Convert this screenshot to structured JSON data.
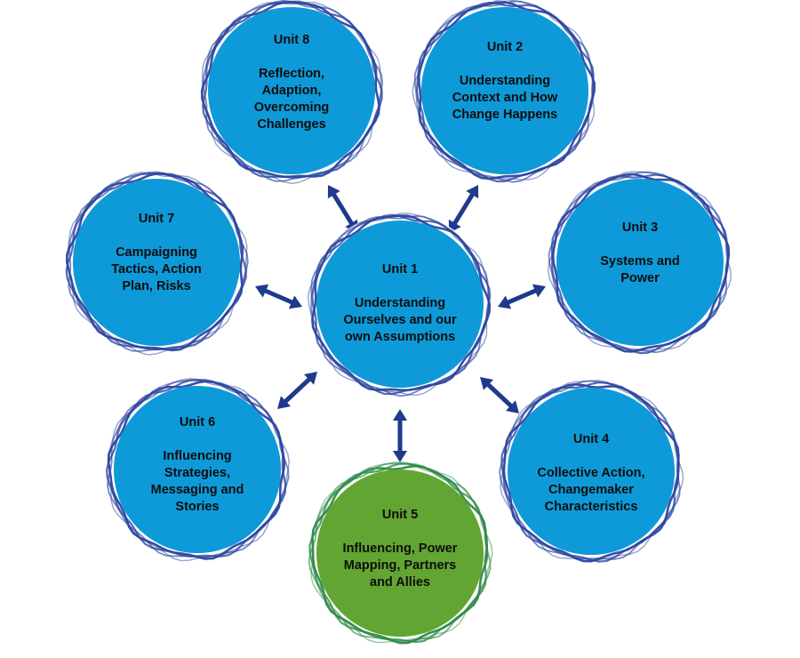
{
  "colors": {
    "circle_blue": "#0e9ad8",
    "circle_green": "#63a532",
    "ring_blue": "#2b46a0",
    "ring_green": "#2f8a4a",
    "arrow": "#1f3a8c"
  },
  "units": [
    {
      "id": "unit-1",
      "title": "Unit 1",
      "description": "Understanding\nOurselves and our\nown Assumptions",
      "color": "blue"
    },
    {
      "id": "unit-2",
      "title": "Unit 2",
      "description": "Understanding\nContext and How\nChange Happens",
      "color": "blue"
    },
    {
      "id": "unit-3",
      "title": "Unit 3",
      "description": "Systems and\nPower",
      "color": "blue"
    },
    {
      "id": "unit-4",
      "title": "Unit 4",
      "description": "Collective Action,\nChangemaker\nCharacteristics",
      "color": "blue"
    },
    {
      "id": "unit-5",
      "title": "Unit 5",
      "description": "Influencing, Power\nMapping, Partners\nand Allies",
      "color": "green"
    },
    {
      "id": "unit-6",
      "title": "Unit 6",
      "description": "Influencing\nStrategies,\nMessaging and\nStories",
      "color": "blue"
    },
    {
      "id": "unit-7",
      "title": "Unit 7",
      "description": "Campaigning\nTactics, Action\nPlan, Risks",
      "color": "blue"
    },
    {
      "id": "unit-8",
      "title": "Unit 8",
      "description": "Reflection,\nAdaption,\nOvercoming\nChallenges",
      "color": "blue"
    }
  ],
  "connections": [
    "unit-2",
    "unit-3",
    "unit-4",
    "unit-5",
    "unit-6",
    "unit-7",
    "unit-8"
  ]
}
